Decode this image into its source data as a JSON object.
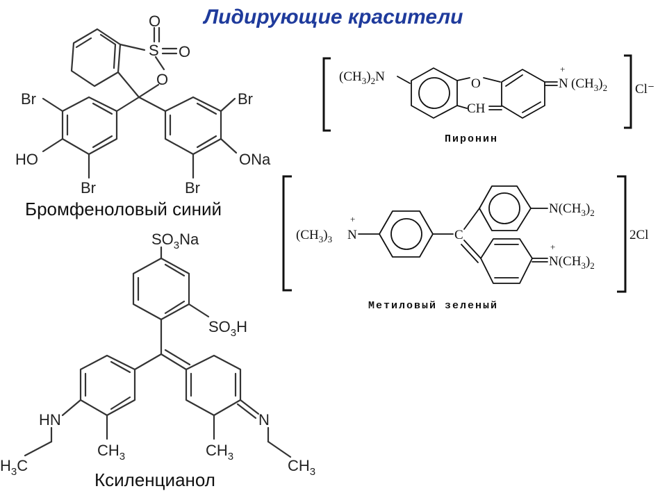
{
  "title": "Лидирующие красители",
  "structures": {
    "bromophenol_blue": {
      "name": "Бромфеноловый синий",
      "atoms": {
        "S": "S",
        "O_top": "O",
        "O_right": "O",
        "O_ring": "O",
        "Br1": "Br",
        "Br2": "Br",
        "Br3": "Br",
        "Br4": "Br",
        "HO": "HO",
        "ONa": "ONa"
      }
    },
    "xylene_cyanol": {
      "name": "Ксиленцианол",
      "atoms": {
        "SO3Na": "SO3Na",
        "SO3H": "SO3H",
        "HN": "HN",
        "N": "N",
        "CH3_left": "CH3",
        "CH3_right": "CH3",
        "H3C": "H3C",
        "CH3_end": "CH3"
      }
    },
    "pyronin": {
      "name": "Пиронин",
      "atoms": {
        "NMe2_left": "(CH3)2N",
        "O": "O",
        "CH": "CH",
        "Nplus": "N",
        "Me2_right": "(CH3)2",
        "counterion": "Cl⁻"
      }
    },
    "methyl_green": {
      "name": "Метиловый зеленый",
      "atoms": {
        "NMe3": "(CH3)3",
        "Nplus1": "N",
        "C": "C",
        "NMe2_top": "N(CH3)2",
        "NMe2_bot": "N(CH3)2",
        "counterion": "2Cl"
      }
    }
  }
}
